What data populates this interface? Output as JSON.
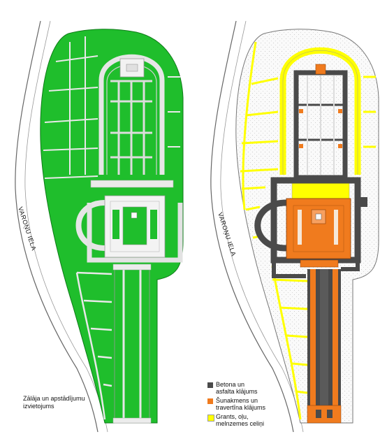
{
  "left_map": {
    "street_label": "VAROŅU IELA",
    "caption_line1": "Zālāja un apstādījumu",
    "caption_line2": "izvietojums",
    "green_color": "#1fbe2c"
  },
  "right_map": {
    "street_label": "VAROŅU IELA"
  },
  "legend": {
    "items": [
      {
        "label_line1": "Betona un",
        "label_line2": "asfalta klājums",
        "color": "#4a4a4a"
      },
      {
        "label_line1": "Šunakmens un",
        "label_line2": "travertīna klājums",
        "color": "#f07b1e"
      },
      {
        "label_line1": "Grants, oļu,",
        "label_line2": "melnzemes celiņi",
        "color": "#ffff00"
      }
    ]
  }
}
